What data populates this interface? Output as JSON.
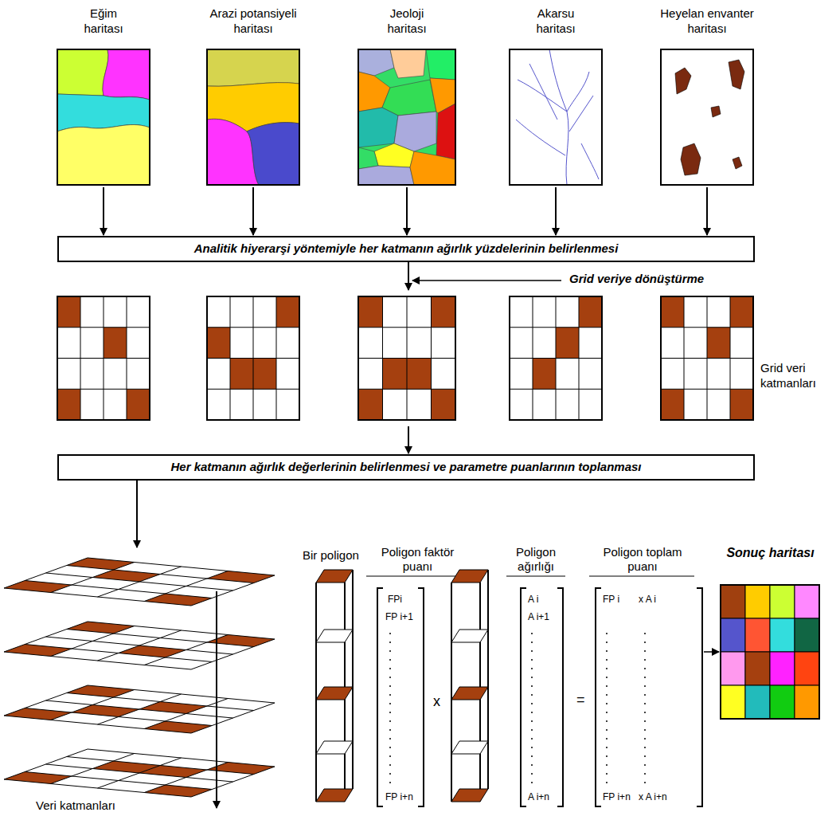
{
  "diagram": {
    "nodes": [
      {
        "text": [
          "Eğim haritası"
        ]
      },
      {
        "text": [
          "Arazi potansiyeli haritası"
        ]
      },
      {
        "text": [
          "Jeoloji haritası"
        ]
      },
      {
        "text": [
          "Akarsu haritası"
        ]
      },
      {
        "text": [
          "Heyelan envanter haritası"
        ]
      },
      {
        "text": [
          "Analitik hiyerarşi yöntemiyle her katmanın ağırlık yüzdelerinin belirlenmesi"
        ]
      },
      {
        "text": [
          "Grid veri katmanları"
        ]
      },
      {
        "text": [
          "Her katmanın ağırlık değerlerinin belirlenmesi ve parametre puanlarının toplanması"
        ]
      },
      {
        "text": [
          "Veri katmanları"
        ]
      },
      {
        "text": [
          "Sonuç haritası"
        ]
      }
    ],
    "edges": [
      {
        "from": 0,
        "to": 5,
        "arrow": "to"
      },
      {
        "from": 1,
        "to": 5,
        "arrow": "to"
      },
      {
        "from": 2,
        "to": 5,
        "arrow": "to"
      },
      {
        "from": 3,
        "to": 5,
        "arrow": "to"
      },
      {
        "from": 4,
        "to": 5,
        "arrow": "to"
      },
      {
        "from": 5,
        "to": 6,
        "arrow": "to"
      },
      {
        "from": 6,
        "to": 7,
        "arrow": "to"
      },
      {
        "from": 7,
        "to": 8,
        "arrow": "to"
      }
    ],
    "labels": [
      "Grid veriye dönüştürme",
      "Bir poligon",
      "Poligon faktör puanı",
      "FPi",
      "FP i+1",
      "FP i+n",
      "x",
      "Poligon ağırlığı",
      "A i",
      "A i+1",
      "A i+n",
      "=",
      "Poligon toplam puanı",
      "FP i",
      "x A i",
      "FP i+n",
      "x A i+n"
    ]
  }
}
